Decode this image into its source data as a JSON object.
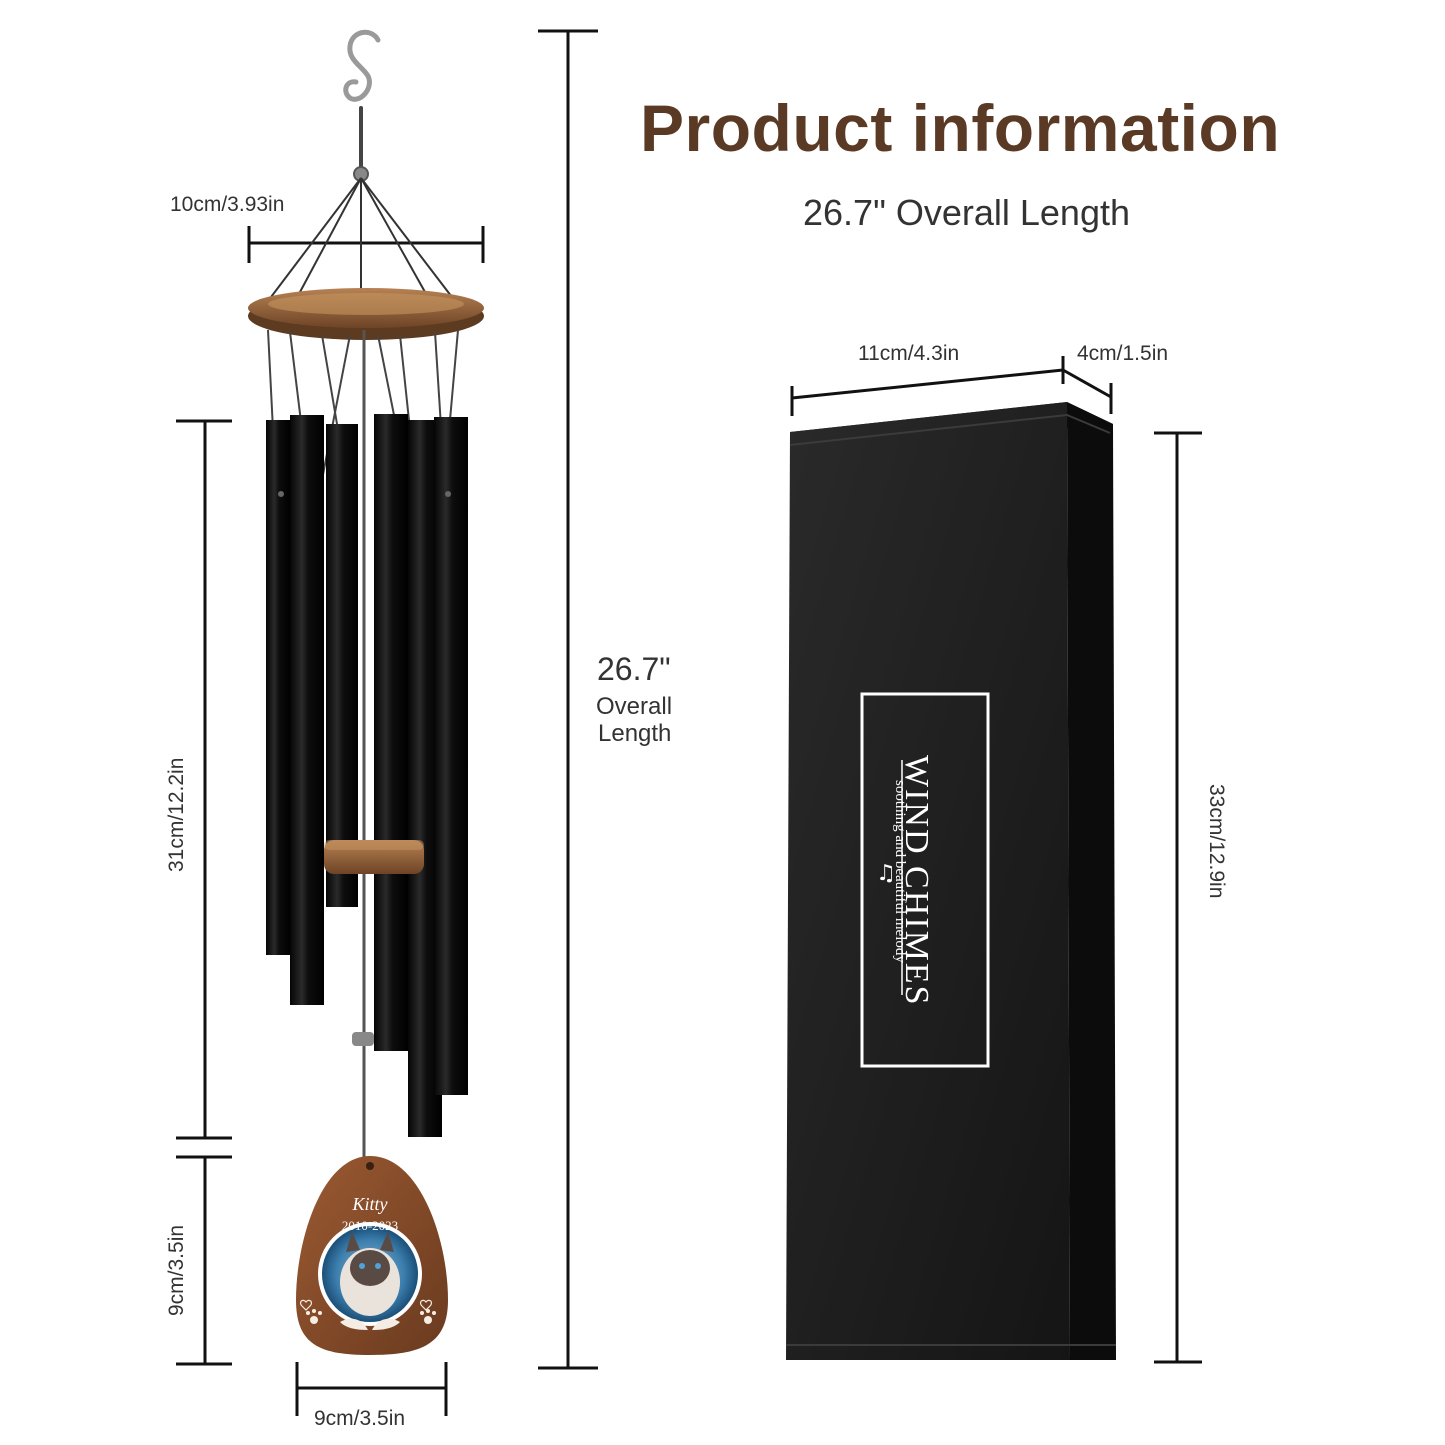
{
  "header": {
    "title": "Product information",
    "subtitle": "26.7\" Overall Length"
  },
  "chime": {
    "top_width": "10cm/3.93in",
    "tube_length": "31cm/12.2in",
    "sail_height": "9cm/3.5in",
    "sail_width": "9cm/3.5in",
    "overall_value": "26.7\"",
    "overall_label_1": "Overall",
    "overall_label_2": "Length",
    "sail_name": "Kitty",
    "sail_years": "2010-2023"
  },
  "box": {
    "width": "11cm/4.3in",
    "depth": "4cm/1.5in",
    "height": "33cm/12.9in",
    "brand": "WIND CHIMES",
    "tagline": "soothing and beautiful melody"
  },
  "colors": {
    "title_brown": "#5a3a24",
    "wood": "#8a5a35",
    "tube_black": "#111111",
    "box_black": "#1c1c1c"
  }
}
